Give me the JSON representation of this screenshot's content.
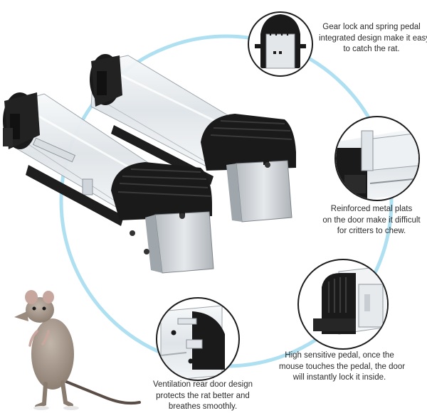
{
  "captions": {
    "gear_lock": [
      "Gear lock and spring pedal",
      "integrated design make it easy",
      "to catch the rat."
    ],
    "metal_plats": [
      "Reinforced metal plats",
      "on the door make it difficult",
      "for critters to chew."
    ],
    "pedal": [
      "High sensitive pedal, once the",
      "mouse touches the pedal, the door",
      "will instantly lock it inside."
    ],
    "ventilation": [
      "Ventilation rear door design",
      "protects the rat better and",
      "breathes smoothly."
    ]
  },
  "colors": {
    "ring": "#aee0f2",
    "trap_black": "#1a1a1a",
    "tube_clear": "#e9edf0",
    "metal": "#c9cdd1",
    "rat_fur": "#a39386",
    "caption_text": "#2b2b2b"
  }
}
